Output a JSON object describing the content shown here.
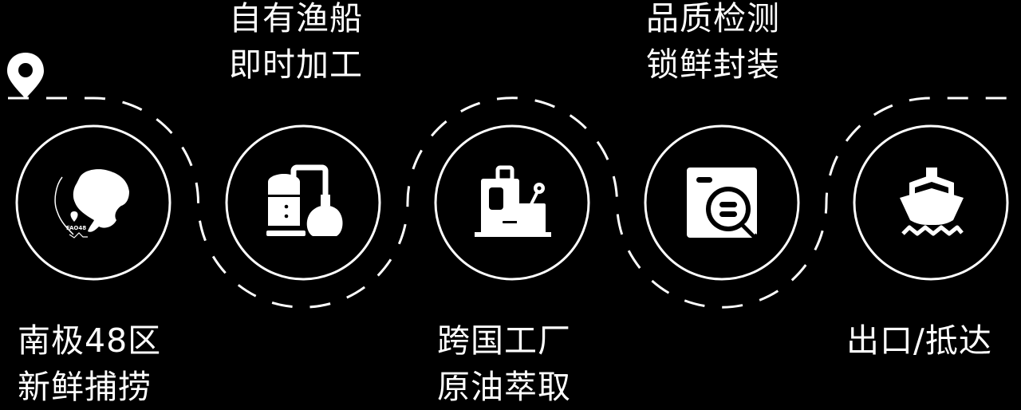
{
  "colors": {
    "background": "#000000",
    "foreground": "#ffffff"
  },
  "start_marker": {
    "icon": "location-pin-icon"
  },
  "steps": [
    {
      "id": "catch",
      "icon": "antarctica-map-icon",
      "icon_text": "FAO48",
      "label_position": "bottom",
      "lines": [
        "南极48区",
        "新鲜捕捞"
      ]
    },
    {
      "id": "processing",
      "icon": "distillery-icon",
      "label_position": "top",
      "lines": [
        "自有渔船",
        "即时加工"
      ]
    },
    {
      "id": "extraction",
      "icon": "factory-machine-icon",
      "label_position": "bottom",
      "lines": [
        "跨国工厂",
        "原油萃取"
      ]
    },
    {
      "id": "inspection",
      "icon": "quality-inspection-icon",
      "label_position": "top",
      "lines": [
        "品质检测",
        "锁鲜封装"
      ]
    },
    {
      "id": "export",
      "icon": "ship-icon",
      "label_position": "bottom",
      "lines": [
        "出口/抵达"
      ]
    }
  ]
}
